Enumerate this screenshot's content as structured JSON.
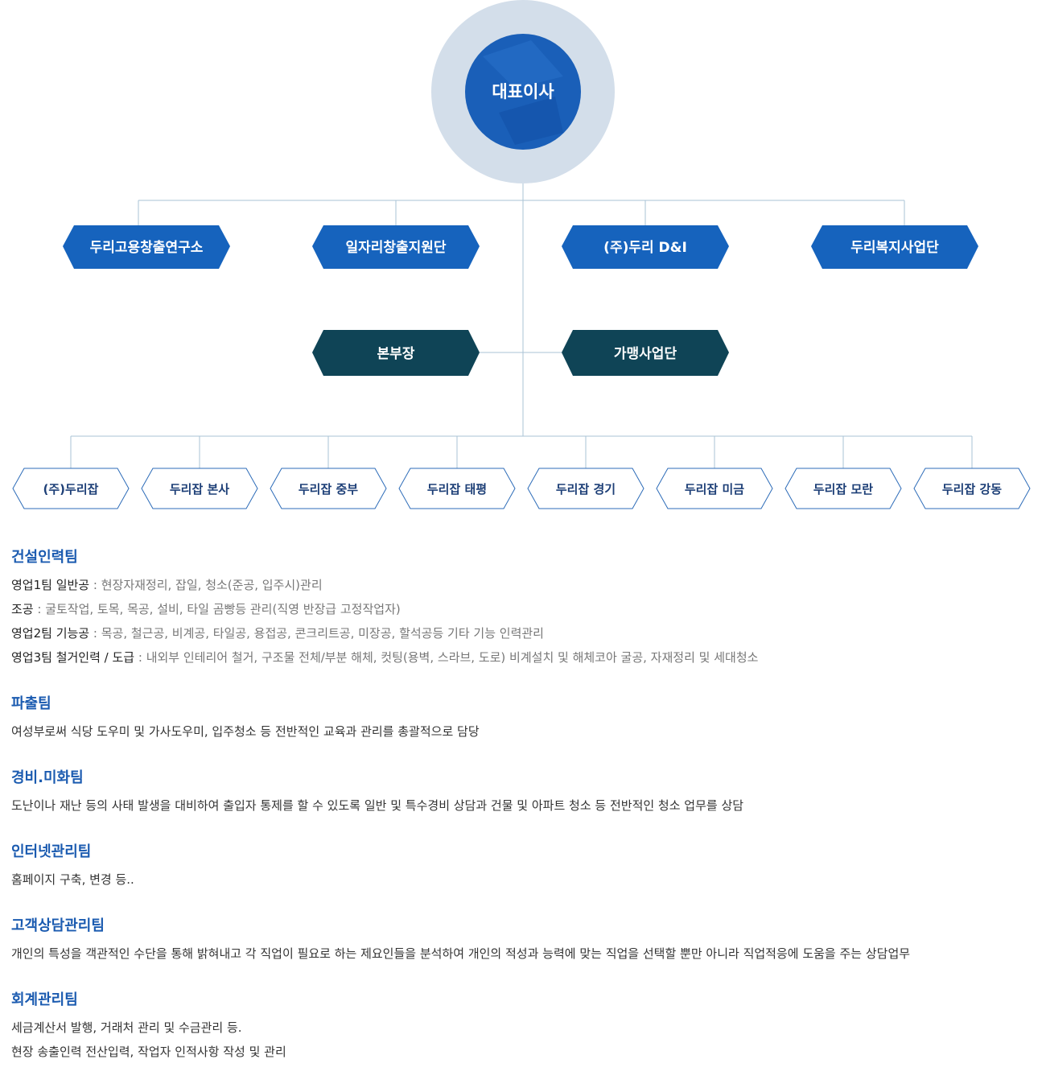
{
  "colors": {
    "ceo_halo": "#d3deea",
    "ceo_fill": "#1a5fb8",
    "blue_node": "#1663bd",
    "dark_node": "#0f4456",
    "line": "#aac3d6",
    "outline_node": "#2c6bb8",
    "heading": "#1b5bb0"
  },
  "chart": {
    "ceo": "대표이사",
    "tier1": [
      "두리고용창출연구소",
      "일자리창출지원단",
      "(주)두리 D&I",
      "두리복지사업단"
    ],
    "tier2": [
      "본부장",
      "가맹사업단"
    ],
    "branches": [
      "(주)두리잡",
      "두리잡 본사",
      "두리잡 중부",
      "두리잡 태평",
      "두리잡 경기",
      "두리잡 미금",
      "두리잡 모란",
      "두리잡 강동"
    ]
  },
  "sections": {
    "construction": {
      "title": "건설인력팀",
      "lines": [
        {
          "label": "영업1팀 일반공",
          "text": " : 현장자재정리, 잡일, 청소(준공, 입주시)관리"
        },
        {
          "label": "조공",
          "text": " : 굴토작업, 토목, 목공, 설비, 타일 곰빵등 관리(직영 반장급 고정작업자)"
        },
        {
          "label": "영업2팀 기능공",
          "text": " : 목공, 철근공, 비계공, 타일공, 용접공, 콘크리트공, 미장공, 할석공등 기타 기능 인력관리"
        },
        {
          "label": "영업3팀 철거인력 / 도급",
          "text": " : 내외부 인테리어 철거, 구조물 전체/부분 해체, 컷팅(용벽, 스라브, 도로) 비계설치 및 해체코아 굴공, 자재정리 및 세대청소"
        }
      ]
    },
    "dispatch": {
      "title": "파출팀",
      "lines": [
        "여성부로써 식당 도우미 및 가사도우미, 입주청소 등 전반적인 교육과 관리를 총괄적으로 담당"
      ]
    },
    "security": {
      "title": "경비.미화팀",
      "lines": [
        "도난이나 재난 등의 사태 발생을 대비하여 출입자 통제를 할 수 있도록 일반 및 특수경비 상담과 건물 및 아파트 청소 등 전반적인 청소 업무를 상담"
      ]
    },
    "internet": {
      "title": "인터넷관리팀",
      "lines": [
        "홈페이지 구축, 변경 등.."
      ]
    },
    "counsel": {
      "title": "고객상담관리팀",
      "lines": [
        "개인의 특성을 객관적인 수단을 통해 밝혀내고 각 직업이 필요로 하는 제요인들을 분석하여 개인의 적성과 능력에 맞는 직업을 선택할 뿐만 아니라 직업적응에 도움을 주는 상담업무"
      ]
    },
    "accounting": {
      "title": "회계관리팀",
      "lines": [
        "세금계산서 발행, 거래처 관리 및 수금관리 등.",
        "현장 송출인력 전산입력, 작업자 인적사항 작성 및 관리"
      ]
    }
  }
}
